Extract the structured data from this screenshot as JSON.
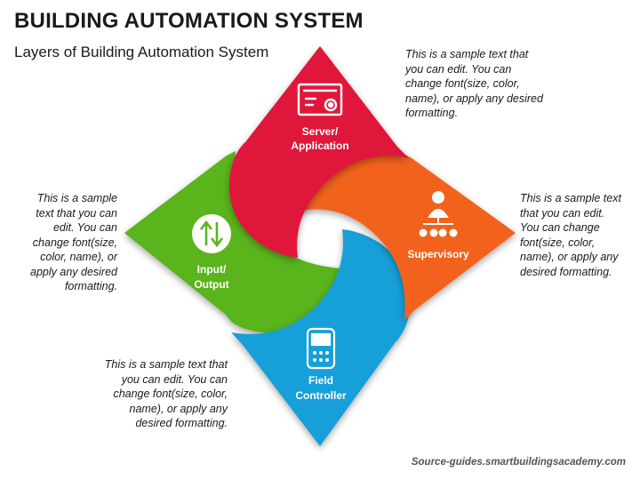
{
  "title": "BUILDING AUTOMATION SYSTEM",
  "subtitle": "Layers of Building Automation System",
  "layers": {
    "server": {
      "line1": "Server/",
      "line2": "Application",
      "color": "#e0153a",
      "icon": "monitor-gear-icon"
    },
    "supervisory": {
      "line1": "Supervisory",
      "color": "#f2621c",
      "icon": "network-hierarchy-icon"
    },
    "field": {
      "line1": "Field",
      "line2": "Controller",
      "color": "#149fd8",
      "icon": "controller-device-icon"
    },
    "input": {
      "line1": "Input/",
      "line2": "Output",
      "color": "#5ab41e",
      "icon": "up-down-arrows-icon"
    }
  },
  "notes": {
    "server": "This is a sample text that you can edit. You can change font(size, color, name), or apply any desired formatting.",
    "input": "This is a sample text that you can edit. You can change font(size, color, name), or apply any desired formatting.",
    "supervisory": "This is a sample text that you can edit. You can change font(size, color, name), or apply any desired formatting.",
    "field": "This is a sample text that you can edit. You can change font(size, color, name), or apply any desired formatting."
  },
  "source": "Source-guides.smartbuildingsacademy.com"
}
